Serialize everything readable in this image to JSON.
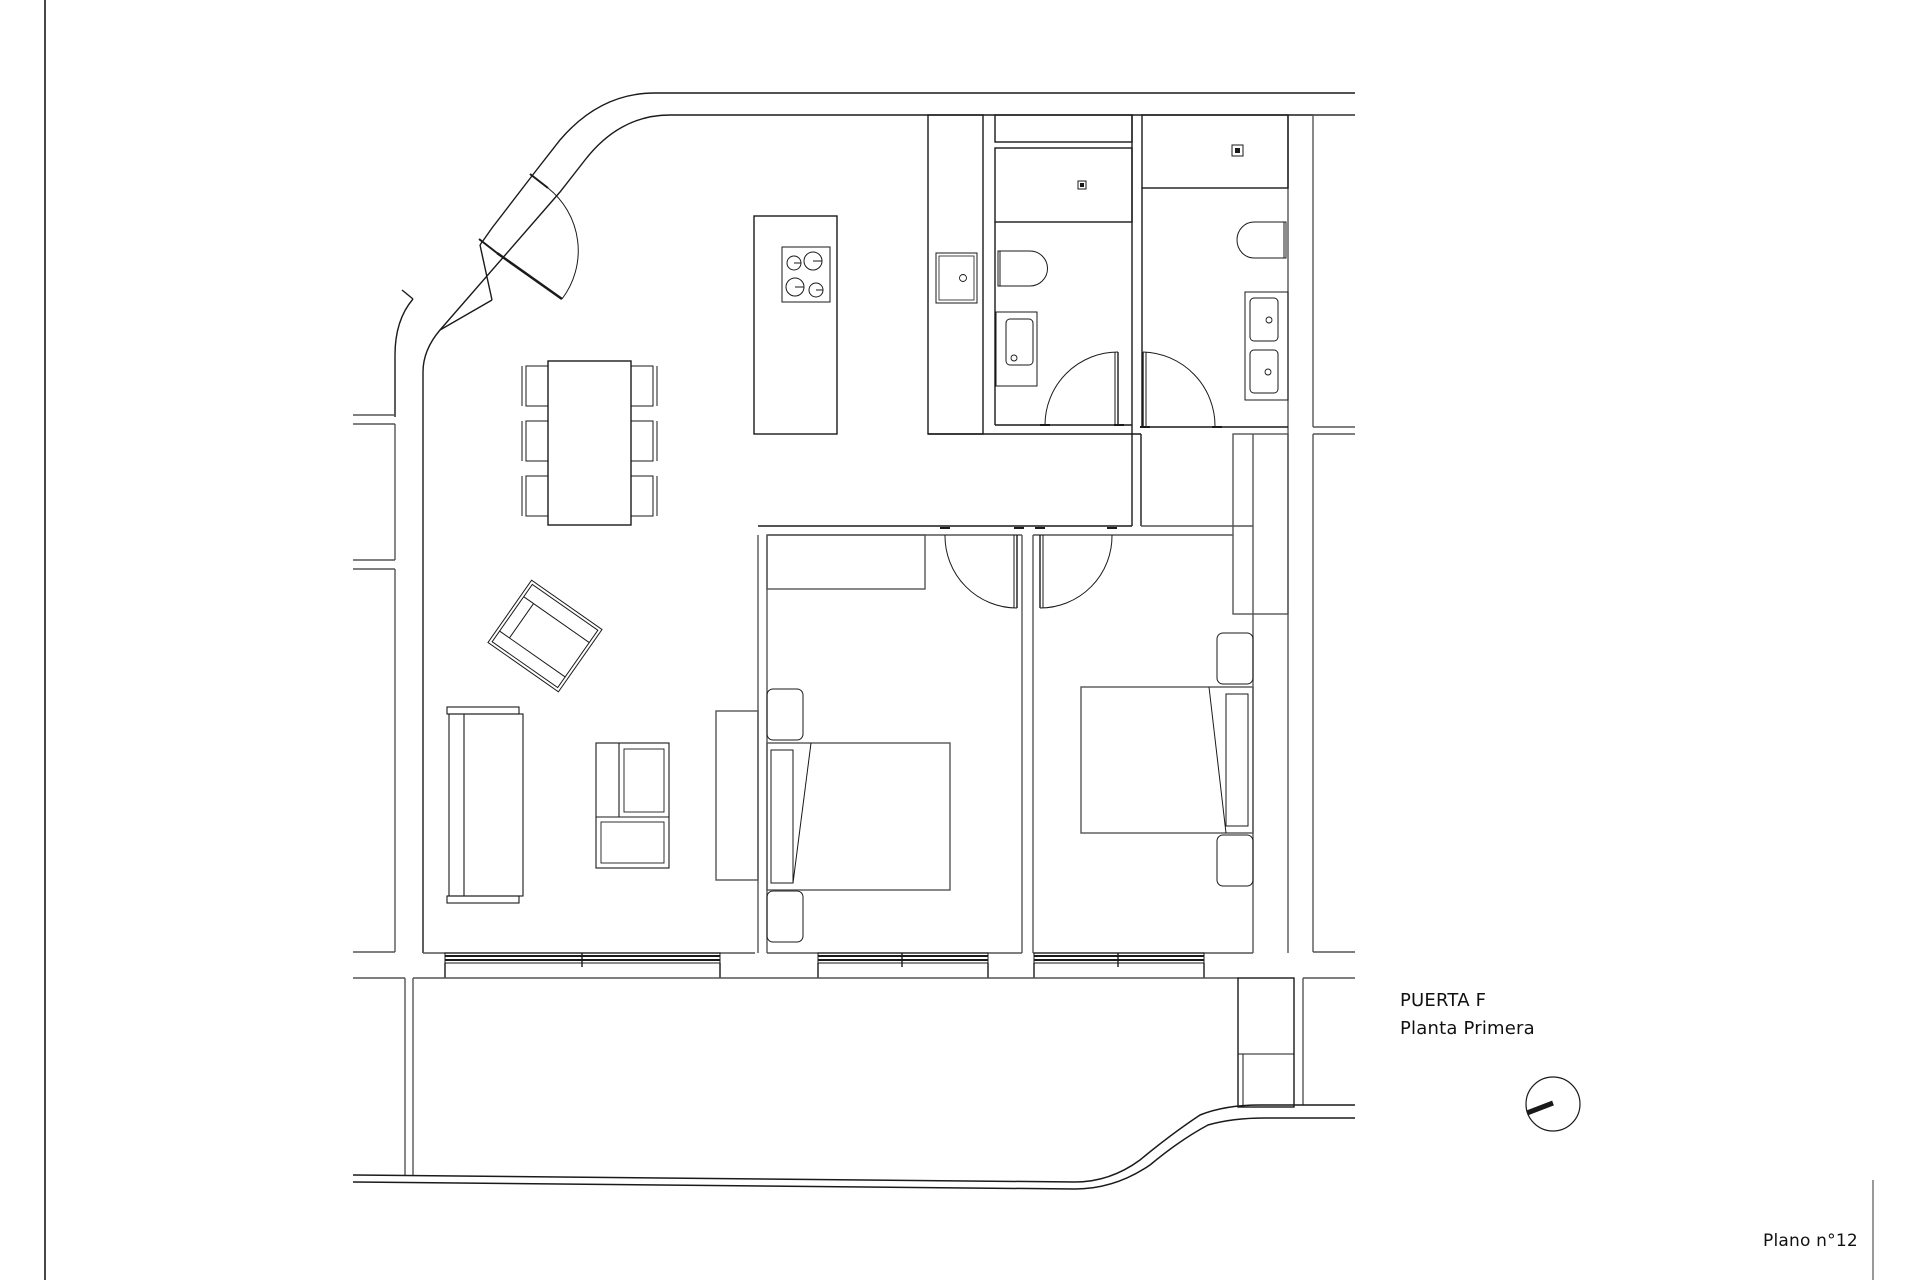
{
  "sheet": {
    "title_line_1": "PUERTA F",
    "title_line_2": "Planta Primera",
    "plan_number": "Plano n°12"
  },
  "colors": {
    "line": "#1a1a1a",
    "thin_line": "#555555",
    "background": "#ffffff"
  },
  "rooms": [
    {
      "name": "living-dining-kitchen",
      "furniture": [
        "dining-table",
        "6 chairs",
        "kitchen-island with 4-burner hob",
        "kitchen counter with sink",
        "sofa",
        "armchair",
        "rotated armchair",
        "tv-unit"
      ]
    },
    {
      "name": "bathroom-1",
      "fixtures": [
        "shower",
        "toilet",
        "washbasin"
      ]
    },
    {
      "name": "bathroom-2",
      "fixtures": [
        "shower",
        "toilet",
        "double washbasin"
      ]
    },
    {
      "name": "bedroom-1",
      "furniture": [
        "double bed",
        "2 nightstands",
        "wardrobe"
      ]
    },
    {
      "name": "bedroom-2",
      "furniture": [
        "double bed",
        "2 nightstands",
        "wardrobe"
      ]
    },
    {
      "name": "terrace",
      "furniture": [
        "storage unit"
      ]
    }
  ],
  "north_arrow": {
    "icon": "north-arrow-icon"
  }
}
